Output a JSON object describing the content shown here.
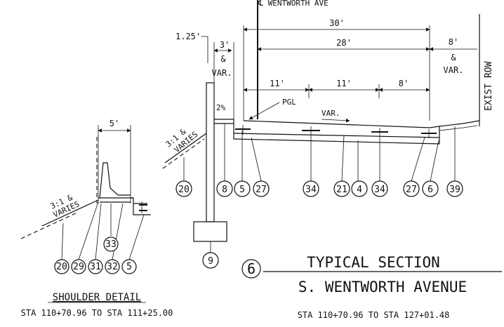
{
  "section": {
    "number": "6",
    "title": "TYPICAL SECTION",
    "subtitle": "S. WENTWORTH AVENUE",
    "station_range": "STA 110+70.96 TO STA 127+01.48"
  },
  "shoulder": {
    "title": "SHOULDER DETAIL",
    "station_range": "STA 110+70.96 TO STA 111+25.00",
    "dim_width": "5'",
    "slope_label_1": "3:1 &",
    "slope_label_2": "VARIES",
    "callouts": [
      "20",
      "29",
      "31",
      "32",
      "5",
      "33"
    ]
  },
  "main": {
    "centerline": "℄ WENTWORTH AVE",
    "dims": {
      "d30": "30'",
      "d28": "28'",
      "d125": "1.25'",
      "d3": "3'",
      "amp1": "&",
      "var1": "VAR.",
      "d8_right": "8'",
      "amp2": "&",
      "var2": "VAR.",
      "d11a": "11'",
      "d11b": "11'",
      "d8_lane": "8'"
    },
    "exist_row": "EXIST ROW",
    "slope_pct": "2%",
    "pgl": "PGL",
    "var_arrow": "VAR.",
    "slope_label_1": "3:1 &",
    "slope_label_2": "VARIES",
    "callouts": [
      "20",
      "8",
      "5",
      "27",
      "34",
      "21",
      "4",
      "34",
      "27",
      "6",
      "39",
      "9"
    ]
  }
}
